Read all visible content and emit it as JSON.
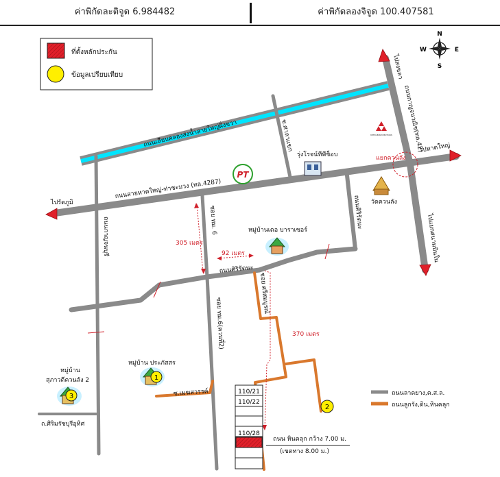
{
  "header": {
    "latitude": "ค่าพิกัดละติจูด 6.984482",
    "longitude": "ค่าพิกัดลองจิจูด 100.407581"
  },
  "legend": {
    "marker_label": "ที่ตั้งหลักประกัน",
    "comparable_label": "ข้อมูลเปรียบเทียบ"
  },
  "compass": {
    "n": "N",
    "s": "S",
    "e": "E",
    "w": "W"
  },
  "roads": {
    "canal_road": "ถนนเลียบคลองส่งน้ำสายใหญ่ฝั่งขวา",
    "main_road": "ถนนสายหาดใหญ่-ท่าชะมวง (ทล.4287)",
    "to_ratthaphum": "ไปรัตภูมิ",
    "to_hat_yai": "ไปหาดใหญ่",
    "to_songkhla": "ไปสงขลา",
    "kanchanavanich": "ถนนกาญจนวณิช(ทล.42)",
    "to_airport": "ไปแยกสนามบินใน",
    "khuan_lang_junction": "แยกควนลัง",
    "sala_khaeng": "ซ.ศาลาแขก",
    "soi_6": "ซอย ทม. 6",
    "soi_6_kuanthi2": "ซอย ทม.6(ควนที่2)",
    "sirirat": "ถนนศิริรัตนะ",
    "sirirat_vertical": "ถนนศิริรัตนะ",
    "soi_sriphon": "ซอย ศรีสมบูรณ์",
    "kanchanaburi": "ถนนกาญจนบุรี",
    "metsawan": "ซ.เมฆสวรรค์",
    "sirimratburi": "ถ.ศิริมรัชบุรีอุทิศ",
    "paved_road_note": "ถนน หินคลุก กว้าง 7.00 ม.",
    "right_of_way_note": "(เขตทาง 8.00 ม.)"
  },
  "places": {
    "rung_shop": "รุ่งโรจน์ทีพีช็อบ",
    "wat_khuan_lang": "วัดควนลัง",
    "village_baracer": "หมู่บ้านเดอ บาราเซอร์",
    "village_prakatsorn": "หมู่บ้าน ประภัสสร",
    "village_supa_line1": "หมู่บ้าน",
    "village_supa_line2": "สุภาวดีควนลัง 2",
    "mitsubishi": "MITSUBISHI MOTORS",
    "pt_logo": "PT"
  },
  "distances": {
    "d305": "305 เมตร",
    "d92": "92 เมตร",
    "d370": "370 เมตร"
  },
  "plots": [
    "110/21",
    "110/22",
    "110/28"
  ],
  "markers": [
    "1",
    "2",
    "3"
  ],
  "road_legend": {
    "asphalt": "ถนนลาดยาง,ค.ส.ล.",
    "gravel": "ถนนลูกรัง,ดิน,หินคลุก"
  },
  "colors": {
    "road_gray": "#8a8a8a",
    "gravel_orange": "#d9782d",
    "canal_cyan": "#00e5ff",
    "marker_red": "#e0202a",
    "comparable_yellow": "#ffef00",
    "label_red": "#d0202a"
  }
}
